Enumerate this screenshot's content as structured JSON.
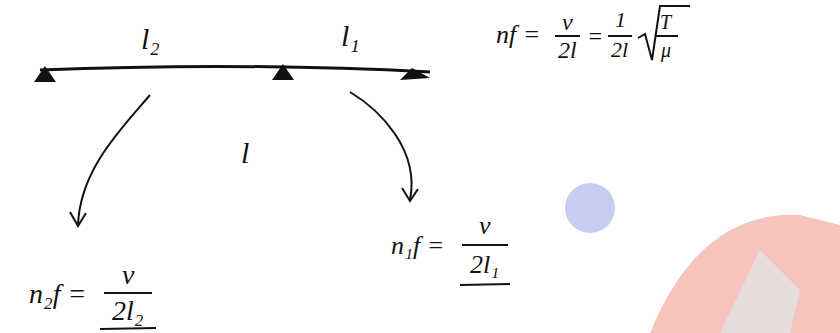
{
  "diagram": {
    "labels": [
      "l₂",
      "l₁",
      "nf =",
      "v",
      "2l",
      "=",
      "1",
      "2l",
      "T",
      "μ",
      "l",
      "n₂f =",
      "v",
      "2l₂",
      "n₁f =",
      "v",
      "2l₁"
    ]
  }
}
